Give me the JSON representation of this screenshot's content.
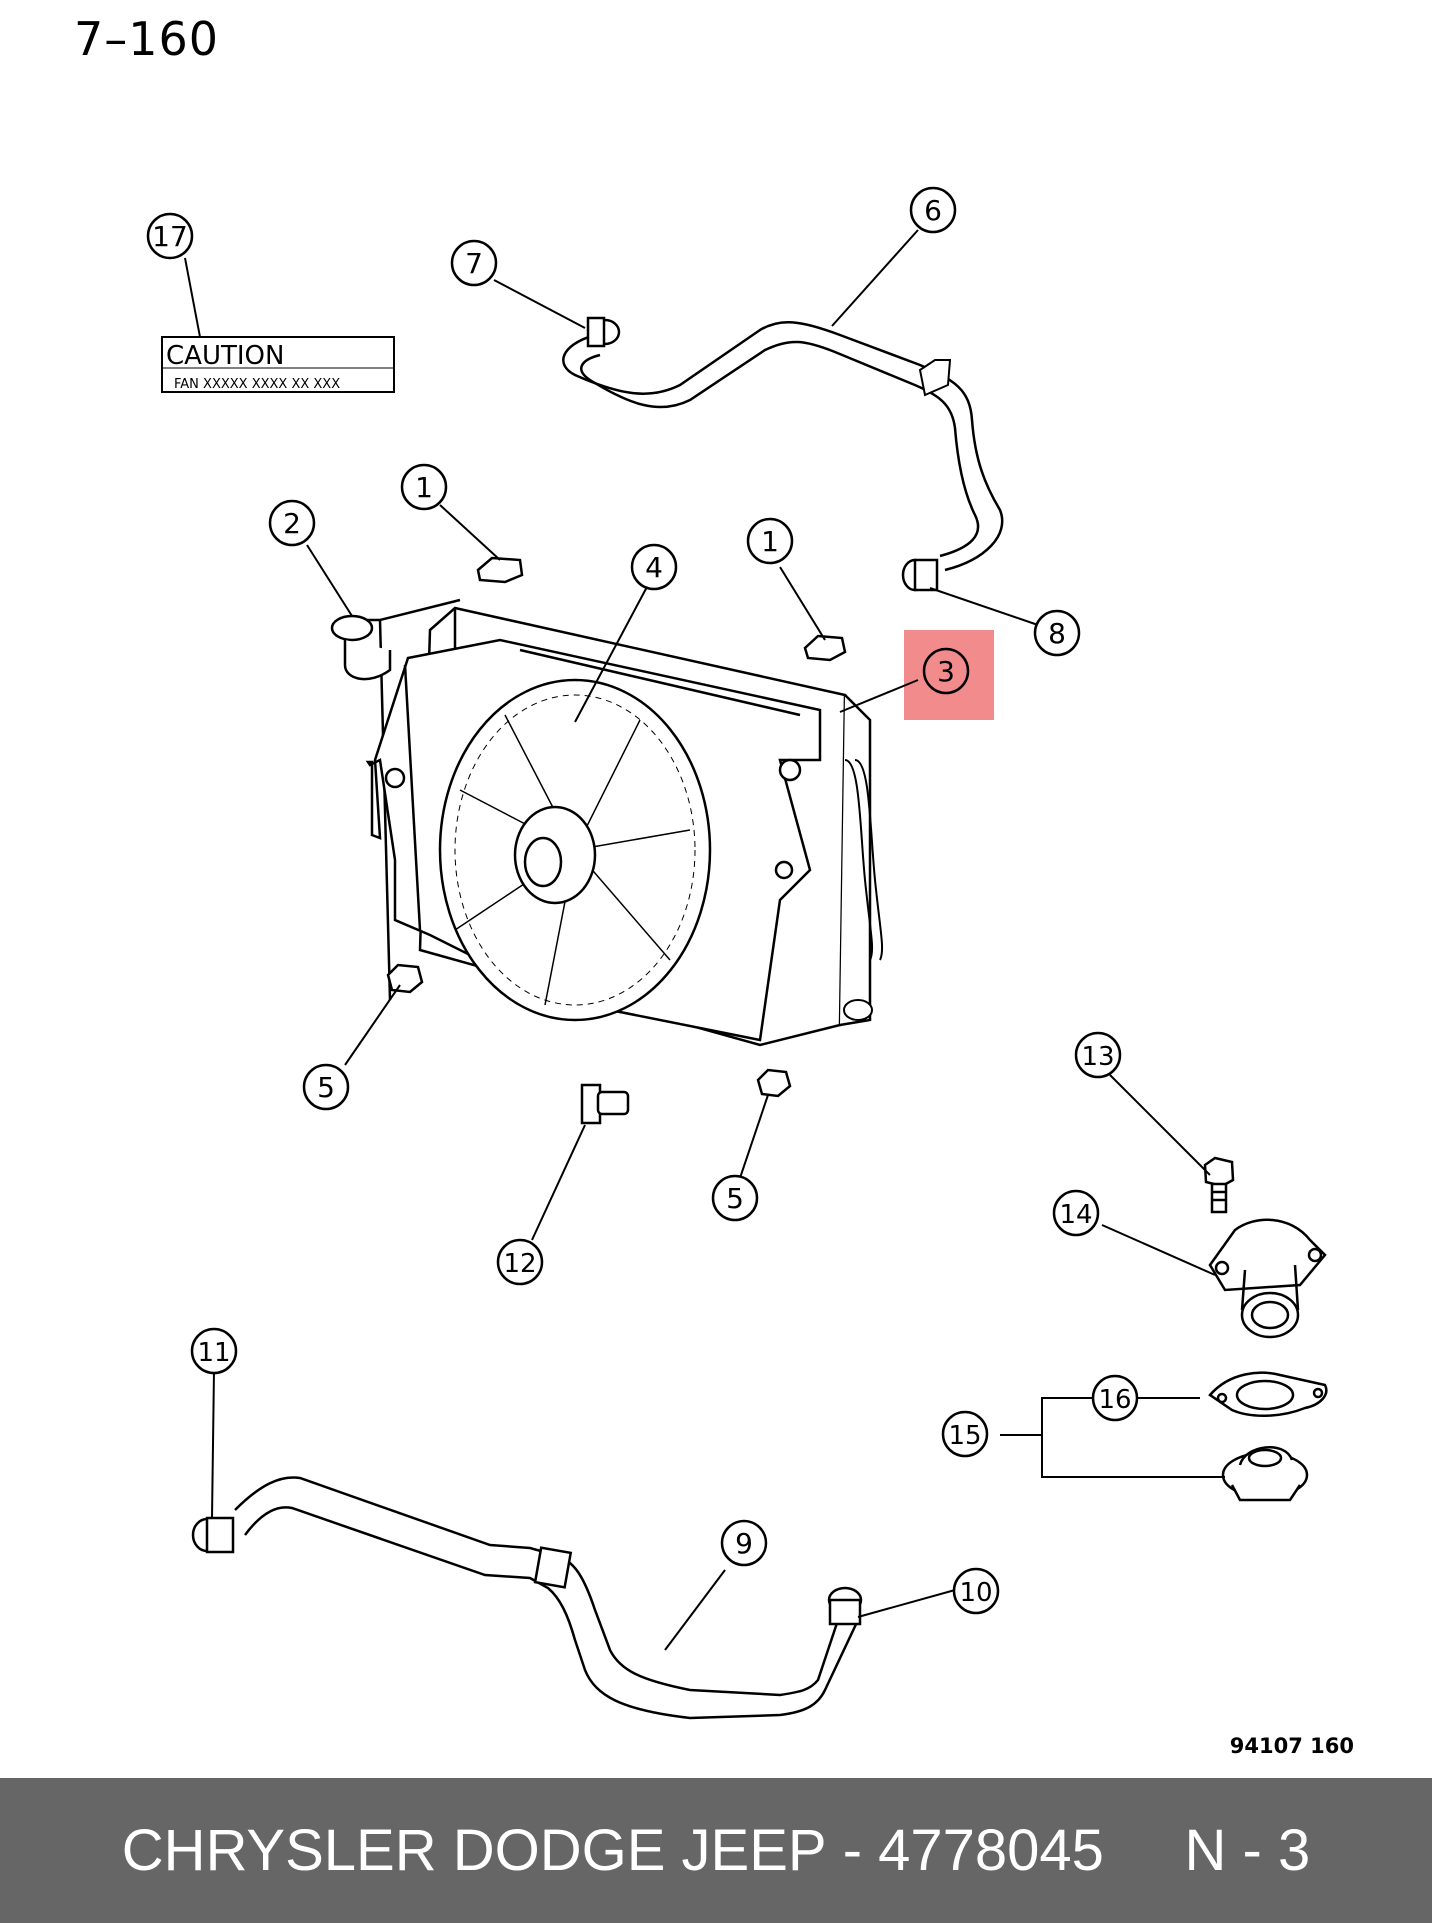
{
  "page_ref": "7–160",
  "figure_code": "94107  160",
  "caution_label": {
    "title": "CAUTION",
    "text": "FAN  XXXXX  XXXX  XX  XXX"
  },
  "callouts": [
    "17",
    "7",
    "6",
    "1",
    "2",
    "4",
    "1",
    "8",
    "3",
    "5",
    "12",
    "5",
    "13",
    "14",
    "11",
    "16",
    "15",
    "9",
    "10"
  ],
  "highlight_color": "#f28b8b",
  "footer": {
    "brand": "CHRYSLER DODGE JEEP",
    "separator": " - ",
    "part_number": "4778045",
    "gap": "     ",
    "position": "N - 3"
  }
}
